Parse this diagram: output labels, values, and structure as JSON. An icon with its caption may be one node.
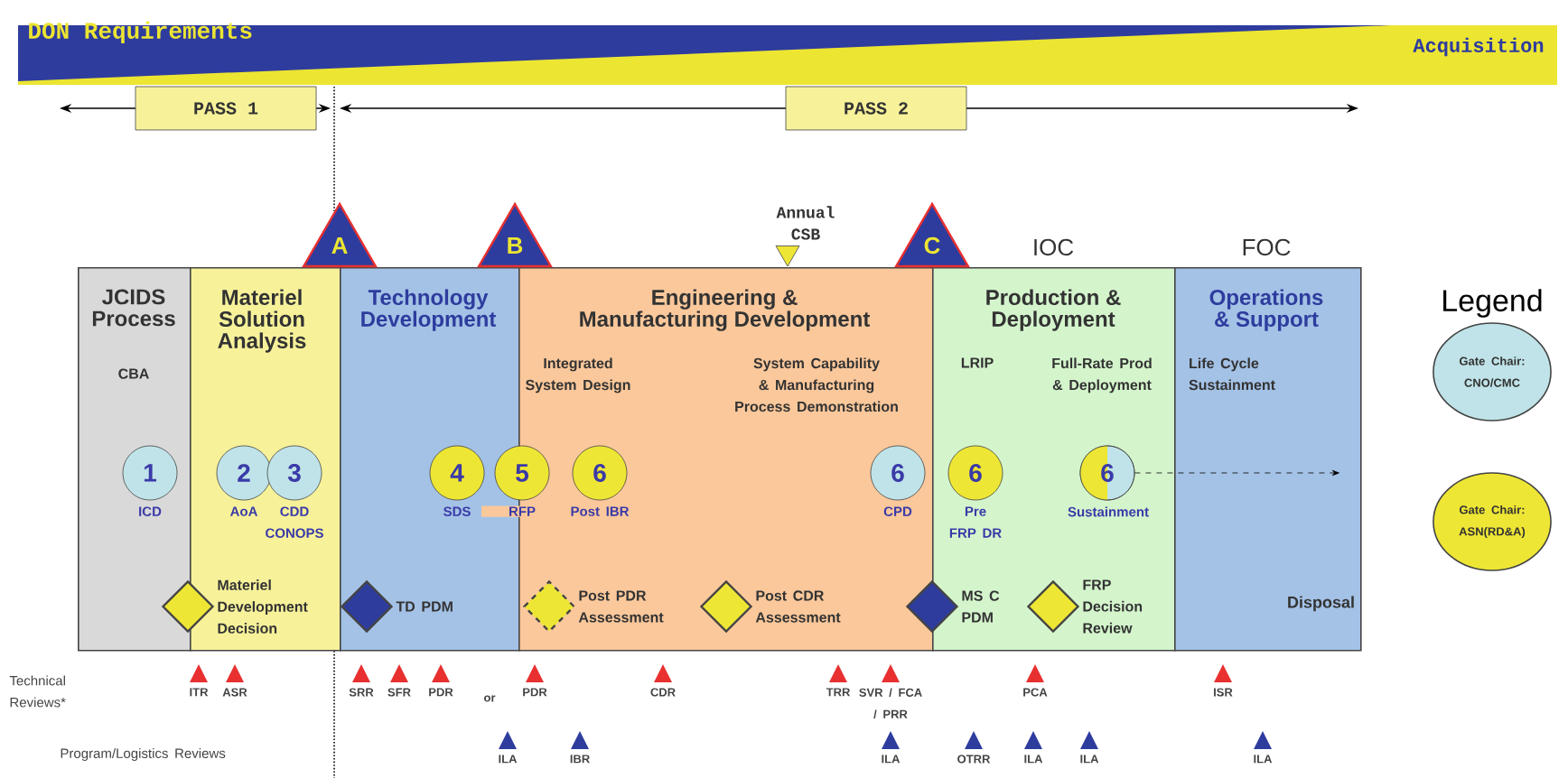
{
  "diagram": {
    "nodes": [
      {
        "text": [
          "JCIDS Process",
          "CBA"
        ]
      },
      {
        "text": [
          "Materiel Solution Analysis"
        ]
      },
      {
        "text": [
          "Technology Development"
        ]
      },
      {
        "text": [
          "Engineering & Manufacturing Development",
          "Integrated System Design",
          "System Capability & Manufacturing Process Demonstration"
        ]
      },
      {
        "text": [
          "Production & Deployment",
          "LRIP",
          "Full-Rate Prod & Deployment"
        ],
        "beside": [
          "IOC"
        ]
      },
      {
        "text": [
          "Operations & Support",
          "Life Cycle Sustainment",
          "Disposal"
        ],
        "beside": [
          "FOC"
        ]
      },
      {
        "text": [
          "1"
        ],
        "beside": [
          "ICD"
        ],
        "in": 0
      },
      {
        "text": [
          "2"
        ],
        "beside": [
          "AoA"
        ],
        "in": 1
      },
      {
        "text": [
          "3"
        ],
        "beside": [
          "CDD CONOPS"
        ],
        "in": 1
      },
      {
        "text": [
          "4"
        ],
        "beside": [
          "SDS"
        ],
        "in": 2
      },
      {
        "text": [
          "5"
        ],
        "beside": [
          "RFP"
        ]
      },
      {
        "text": [
          "6"
        ],
        "beside": [
          "Post IBR"
        ],
        "in": 3
      },
      {
        "text": [
          "6"
        ],
        "beside": [
          "CPD"
        ],
        "in": 3
      },
      {
        "text": [
          "6"
        ],
        "beside": [
          "Pre FRP DR"
        ],
        "in": 4
      },
      {
        "text": [
          "6"
        ],
        "beside": [
          "Sustainment"
        ],
        "in": 4
      },
      {
        "text": [],
        "shape": "diamond",
        "beside": [
          "Materiel Development Decision"
        ]
      },
      {
        "text": [],
        "shape": "diamond",
        "beside": [
          "TD PDM"
        ],
        "in": 2
      },
      {
        "text": [],
        "shape": "diamond",
        "beside": [
          "Post PDR Assessment"
        ],
        "in": 3
      },
      {
        "text": [],
        "shape": "diamond",
        "beside": [
          "Post CDR Assessment"
        ],
        "in": 3
      },
      {
        "text": [],
        "shape": "diamond",
        "beside": [
          "MS C PDM"
        ]
      },
      {
        "text": [],
        "shape": "diamond",
        "beside": [
          "FRP Decision Review"
        ],
        "in": 4
      },
      {
        "text": [
          "A"
        ]
      },
      {
        "text": [
          "B"
        ]
      },
      {
        "text": [
          "C"
        ]
      },
      {
        "text": [],
        "shape": "triangle",
        "beside": [
          "Annual CSB"
        ]
      },
      {
        "text": [
          "PASS 1"
        ]
      },
      {
        "text": [
          "PASS 2"
        ]
      },
      {
        "text": [
          "Gate Chair: CNO/CMC"
        ]
      },
      {
        "text": [
          "Gate Chair: ASN(RD&A)"
        ]
      }
    ],
    "edges": [
      {
        "from": 14,
        "to": 5,
        "arrow": "to",
        "style": "dashed"
      }
    ],
    "labels": [
      "DON Requirements",
      "Acquisition",
      "Legend",
      "Technical Reviews*",
      "ITR",
      "ASR",
      "SRR",
      "SFR",
      "PDR",
      "or",
      "PDR",
      "CDR",
      "TRR",
      "SVR / FCA / PRR",
      "PCA",
      "ISR",
      "Program/Logistics Reviews",
      "ILA",
      "IBR",
      "ILA",
      "OTRR",
      "ILA",
      "ILA",
      "ILA"
    ]
  }
}
